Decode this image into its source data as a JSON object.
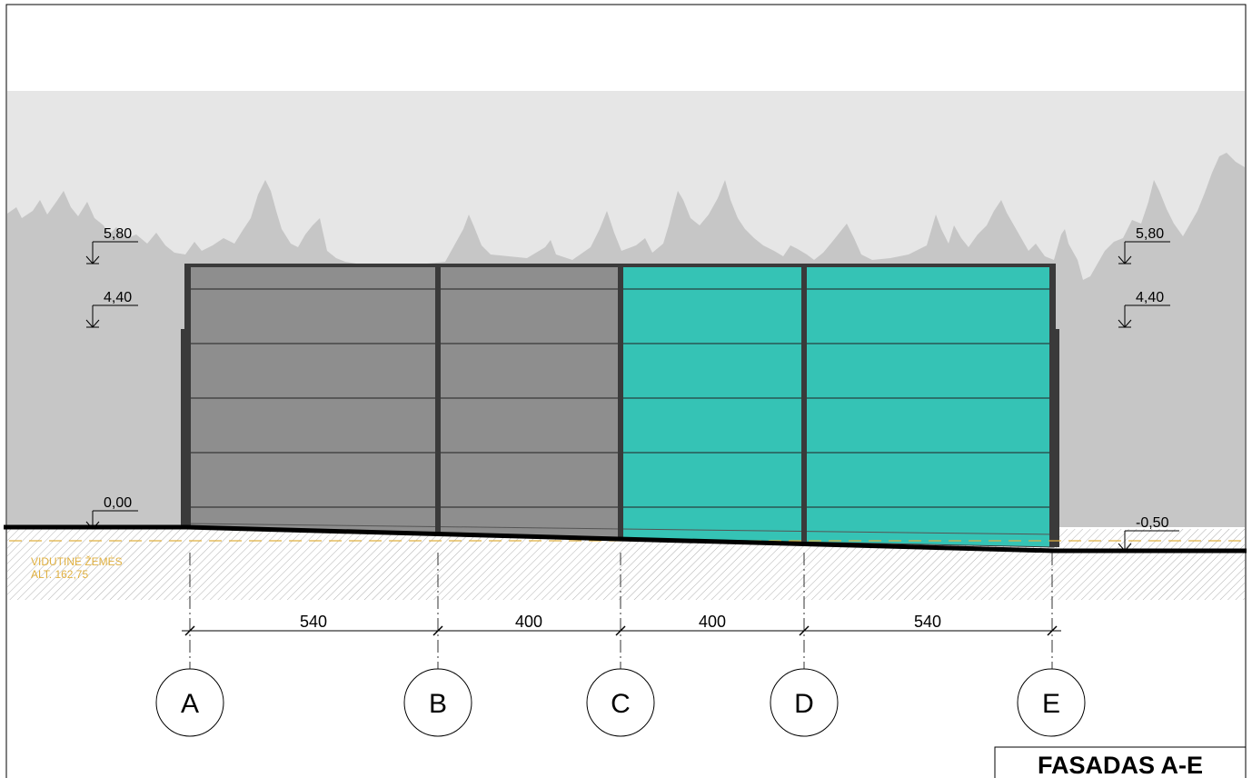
{
  "drawing": {
    "title": "FASADAS A-E",
    "levels_left": [
      "5,80",
      "4,40",
      "0,00"
    ],
    "levels_right": [
      "5,80",
      "4,40",
      "-0,50"
    ],
    "ground_note": {
      "line1": "VIDUTINĖ ŽEMĖS",
      "line2": "ALT. 162,75"
    },
    "dimensions": [
      "540",
      "400",
      "400",
      "540"
    ],
    "axes": [
      "A",
      "B",
      "C",
      "D",
      "E"
    ],
    "colors": {
      "sky": "#e6e6e6",
      "trees": "#c6c6c6",
      "panel_grey": "#8e8e8e",
      "panel_teal": "#35c3b5",
      "frame": "#3a3a3a",
      "ground_hatch": "#bdbdbd",
      "ground_line_dash": "#e0b040",
      "ground_text": "#e0b040"
    }
  }
}
